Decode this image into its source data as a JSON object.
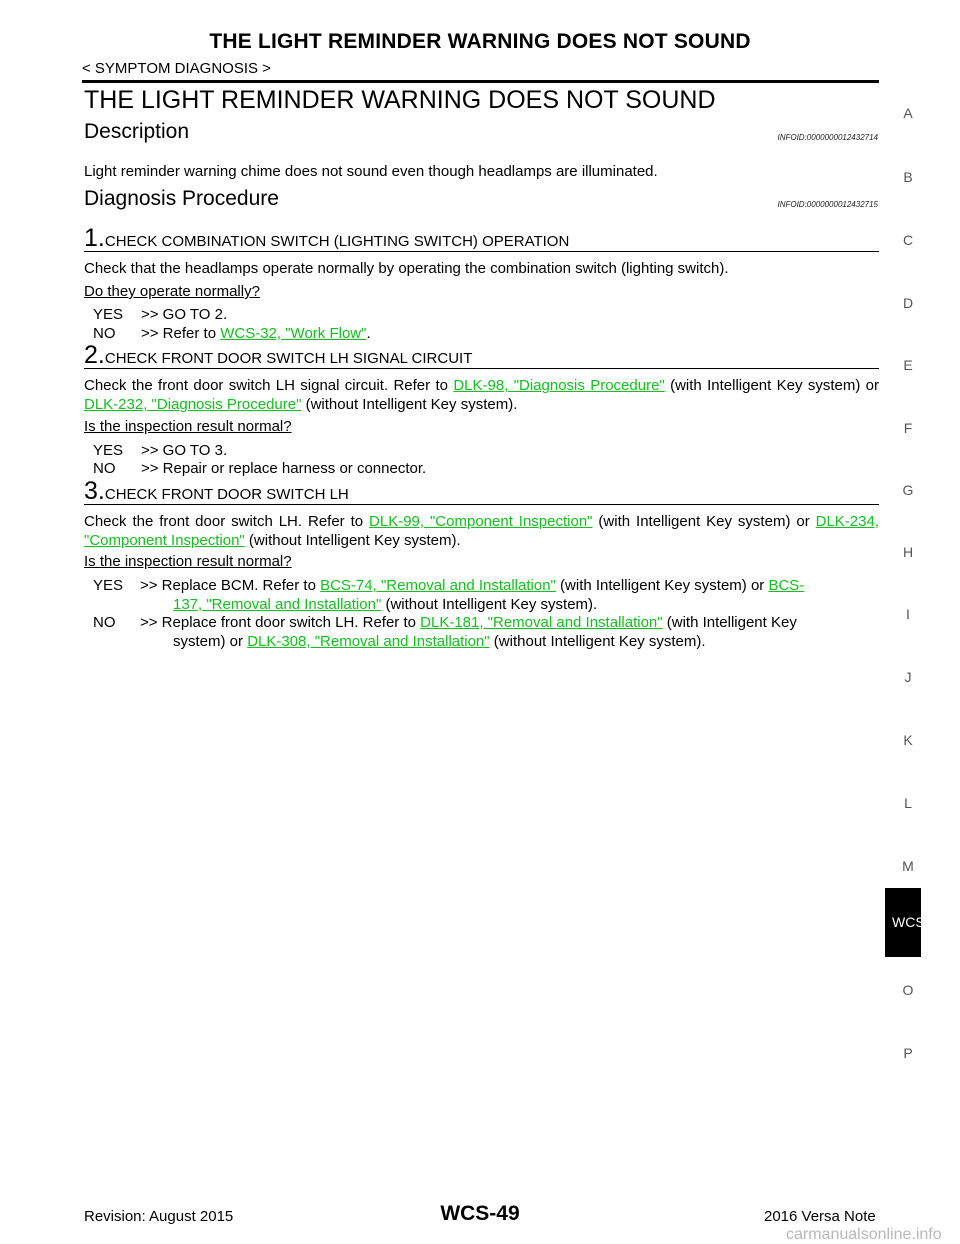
{
  "header": {
    "title": "THE LIGHT REMINDER WARNING DOES NOT SOUND",
    "breadcrumb": "< SYMPTOM DIAGNOSIS >"
  },
  "main": {
    "title": "THE LIGHT REMINDER WARNING DOES NOT SOUND",
    "description": {
      "heading": "Description",
      "infoid": "INFOID:0000000012432714",
      "text": "Light reminder warning chime does not sound even though headlamps are illuminated."
    },
    "procedure": {
      "heading": "Diagnosis Procedure",
      "infoid": "INFOID:0000000012432715"
    },
    "step1": {
      "num": "1.",
      "title": "CHECK COMBINATION SWITCH (LIGHTING SWITCH) OPERATION",
      "text": "Check that the headlamps operate normally by operating the combination switch (lighting switch).",
      "question": "Do they operate normally?",
      "yes_key": "YES",
      "yes_text": ">> GO TO 2.",
      "no_key": "NO",
      "no_text": ">> Refer to ",
      "no_link": "WCS-32, \"Work Flow\"",
      "no_end": "."
    },
    "step2": {
      "num": "2.",
      "title": "CHECK FRONT DOOR SWITCH LH SIGNAL CIRCUIT",
      "text_a": "Check the front door switch LH signal circuit. Refer to ",
      "link_a": "DLK-98, \"Diagnosis Procedure\"",
      "text_b": " (with Intelligent Key system) or ",
      "link_b": "DLK-232, \"Diagnosis Procedure\"",
      "text_c": " (without Intelligent Key system).",
      "question": "Is the inspection result normal?",
      "yes_key": "YES",
      "yes_text": ">> GO TO 3.",
      "no_key": "NO",
      "no_text": ">> Repair or replace harness or connector."
    },
    "step3": {
      "num": "3.",
      "title": "CHECK FRONT DOOR SWITCH LH",
      "text_a": "Check the front door switch LH. Refer to ",
      "link_a": "DLK-99, \"Component Inspection\"",
      "text_b": " (with Intelligent Key system) or ",
      "link_b": "DLK-234, \"Component Inspection\"",
      "text_c": " (without Intelligent Key system).",
      "question": "Is the inspection result normal?",
      "yes_key": "YES",
      "yes_text_a": ">> Replace BCM. Refer to ",
      "yes_link_a": "BCS-74, \"Removal and Installation\"",
      "yes_text_b": " (with Intelligent Key system) or ",
      "yes_link_b1": "BCS-",
      "yes_link_b2": "137, \"Removal and Installation\"",
      "yes_text_c": " (without Intelligent Key system).",
      "no_key": "NO",
      "no_text_a": ">> Replace front door switch LH. Refer to ",
      "no_link_a": "DLK-181, \"Removal and Installation\"",
      "no_text_b": " (with Intelligent Key",
      "no_text_b2": "system) or ",
      "no_link_b": "DLK-308, \"Removal and Installation\"",
      "no_text_c": " (without Intelligent Key system)."
    }
  },
  "side_index": [
    "A",
    "B",
    "C",
    "D",
    "E",
    "F",
    "G",
    "H",
    "I",
    "J",
    "K",
    "L",
    "M",
    "O",
    "P"
  ],
  "side_tab": "WCS",
  "footer": {
    "revision": "Revision: August 2015",
    "page": "WCS-49",
    "model": "2016 Versa Note",
    "watermark": "carmanualsonline.info"
  },
  "colors": {
    "link": "#13c11e",
    "tab_bg": "#000000"
  }
}
